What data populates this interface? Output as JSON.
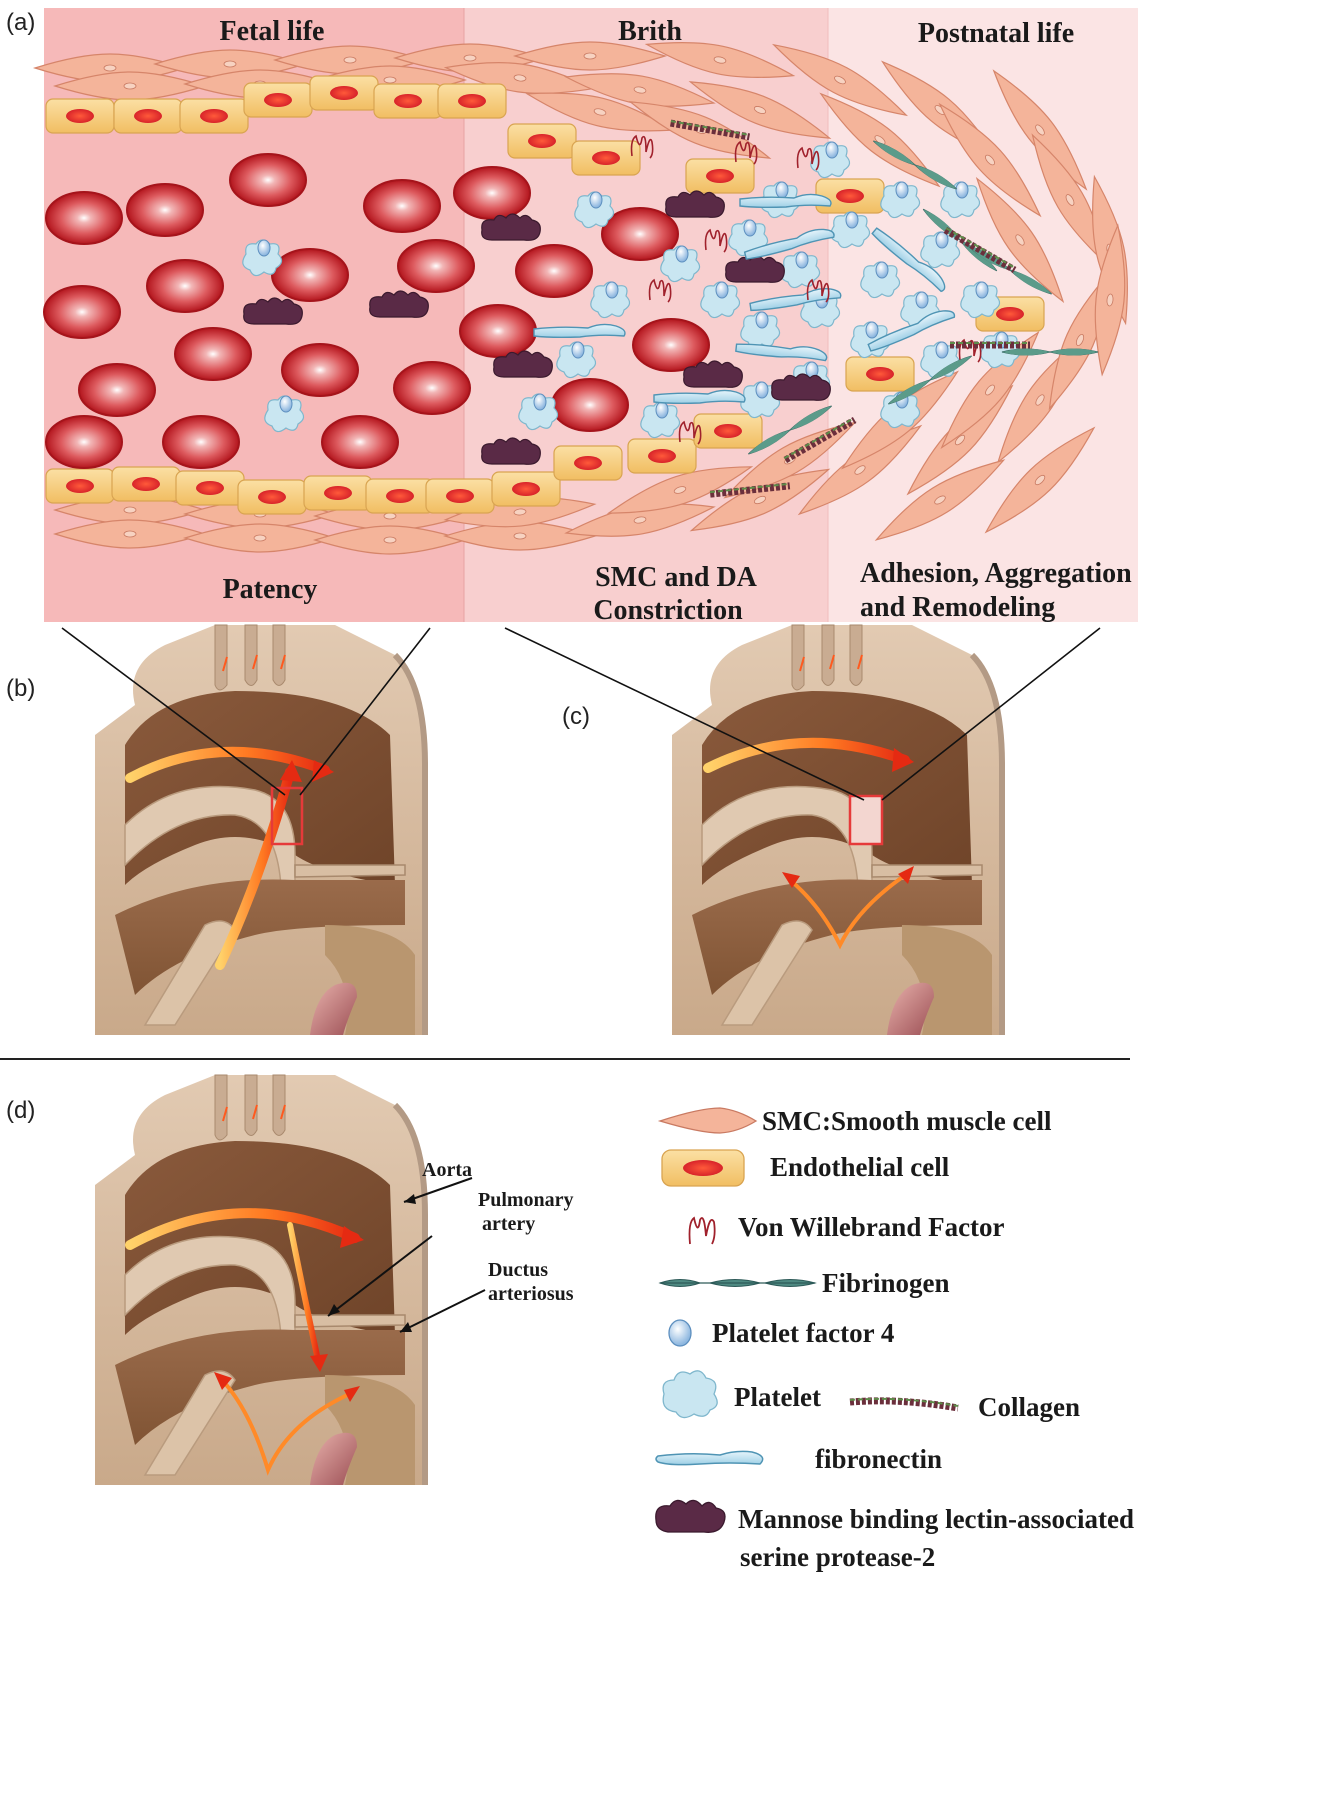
{
  "panel_a": {
    "tag": "(a)",
    "stages": [
      {
        "title": "Fetal life",
        "caption_lines": [
          "Patency"
        ]
      },
      {
        "title": "Brith",
        "caption_lines": [
          "SMC and DA",
          "Constriction"
        ]
      },
      {
        "title": "Postnatal life",
        "caption_lines": [
          "Adhesion, Aggregation",
          "and Remodeling"
        ]
      }
    ],
    "colors": {
      "fetal": "#f6b9b9",
      "birth": "#f8cfcf",
      "postnatal": "#fbe4e4",
      "smc": "#f4b49a",
      "endothelial": "#f6cf80",
      "rbc": "#c9282e",
      "platelet": "#c9e6f1",
      "masp2": "#5a2a46"
    }
  },
  "panel_b": {
    "tag": "(b)"
  },
  "panel_c": {
    "tag": "(c)"
  },
  "panel_d": {
    "tag": "(d)",
    "labels": {
      "aorta": "Aorta",
      "pulmonary": [
        "Pulmonary",
        "artery"
      ],
      "ductus": [
        "Ductus",
        "arteriosus"
      ]
    }
  },
  "legend": [
    {
      "icon": "smc-icon",
      "lines": [
        "SMC:Smooth muscle cell"
      ]
    },
    {
      "icon": "endothelial-cell-icon",
      "lines": [
        "Endothelial cell"
      ]
    },
    {
      "icon": "von-willebrand-factor-icon",
      "lines": [
        "Von Willebrand Factor"
      ]
    },
    {
      "icon": "fibrinogen-icon",
      "lines": [
        "Fibrinogen"
      ]
    },
    {
      "icon": "platelet-factor-4-icon",
      "lines": [
        "Platelet factor 4"
      ]
    },
    {
      "icon": "platelet-icon",
      "lines": [
        "Platelet"
      ]
    },
    {
      "icon": "collagen-icon",
      "lines": [
        "Collagen"
      ]
    },
    {
      "icon": "fibronectin-icon",
      "lines": [
        "fibronectin"
      ]
    },
    {
      "icon": "masp2-icon",
      "lines": [
        "Mannose binding lectin-associated",
        "serine protease-2"
      ]
    }
  ]
}
